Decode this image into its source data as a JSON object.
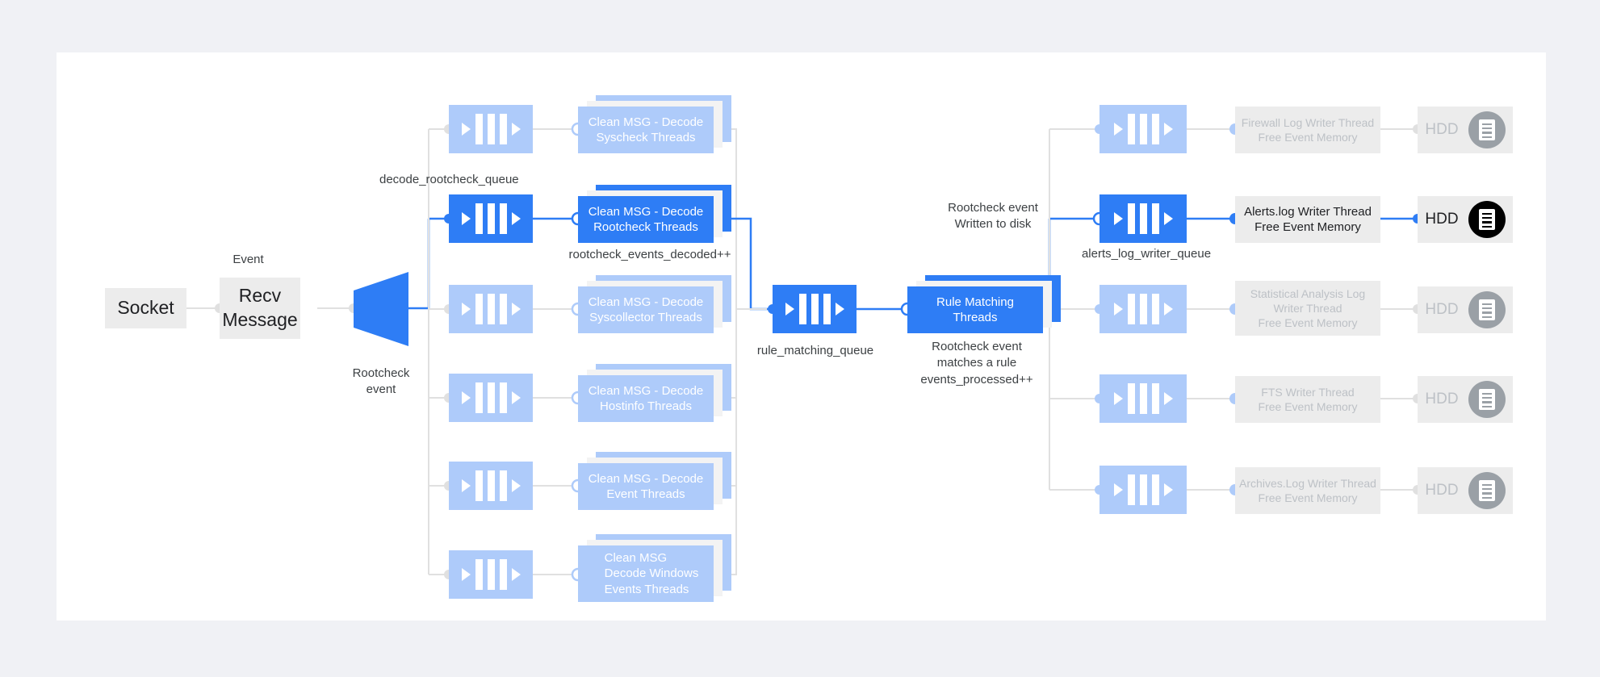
{
  "diagram": {
    "title": "Wazuh analysisd rootcheck event flow",
    "colors": {
      "canvas": "#ffffff",
      "page_background": "#f0f1f5",
      "active_blue": "#2e7df5",
      "inactive_blue": "#aecbfa",
      "box_gray": "#ececec",
      "edge_gray": "#e0e0e0",
      "muted_text": "#bdc1c6",
      "dark_text": "#202124"
    },
    "input": {
      "socket_label": "Socket",
      "recv_label": "Recv\nMessage",
      "event_caption": "Event",
      "router_caption": "Rootcheck\nevent"
    },
    "decode_queue_caption": "decode_rootcheck_queue",
    "decode_rows": [
      {
        "queue_name": "decode-syscheck-queue",
        "thread_label": "Clean MSG - Decode\nSyscheck Threads",
        "active": false
      },
      {
        "queue_name": "decode-rootcheck-queue",
        "thread_label": "Clean MSG - Decode\nRootcheck Threads",
        "active": true,
        "counter": "rootcheck_events_decoded++"
      },
      {
        "queue_name": "decode-syscollector-queue",
        "thread_label": "Clean MSG - Decode\nSyscollector Threads",
        "active": false
      },
      {
        "queue_name": "decode-hostinfo-queue",
        "thread_label": "Clean MSG - Decode\nHostinfo Threads",
        "active": false
      },
      {
        "queue_name": "decode-event-queue",
        "thread_label": "Clean MSG - Decode\nEvent Threads",
        "active": false
      },
      {
        "queue_name": "decode-windows-events-queue",
        "thread_label": "Clean MSG\nDecode Windows\nEvents Threads",
        "active": false
      }
    ],
    "rule_matching": {
      "queue_caption": "rule_matching_queue",
      "thread_label": "Rule Matching\nThreads",
      "counter_caption": "Rootcheck event\nmatches a rule\nevents_processed++",
      "written_caption": "Rootcheck event\nWritten to disk"
    },
    "alerts_queue_caption": "alerts_log_writer_queue",
    "writer_rows": [
      {
        "queue_name": "firewall-log-writer-queue",
        "writer_label": "Firewall Log Writer Thread\nFree Event Memory",
        "hdd_label": "HDD",
        "active": false
      },
      {
        "queue_name": "alerts-log-writer-queue",
        "writer_label": "Alerts.log Writer Thread\nFree Event Memory",
        "hdd_label": "HDD",
        "active": true
      },
      {
        "queue_name": "statistical-analysis-log-writer-queue",
        "writer_label": "Statistical Analysis Log\nWriter Thread\nFree Event Memory",
        "hdd_label": "HDD",
        "active": false
      },
      {
        "queue_name": "fts-writer-queue",
        "writer_label": "FTS Writer Thread\nFree Event Memory",
        "hdd_label": "HDD",
        "active": false
      },
      {
        "queue_name": "archives-log-writer-queue",
        "writer_label": "Archives.Log Writer Thread\nFree Event Memory",
        "hdd_label": "HDD",
        "active": false
      }
    ]
  }
}
